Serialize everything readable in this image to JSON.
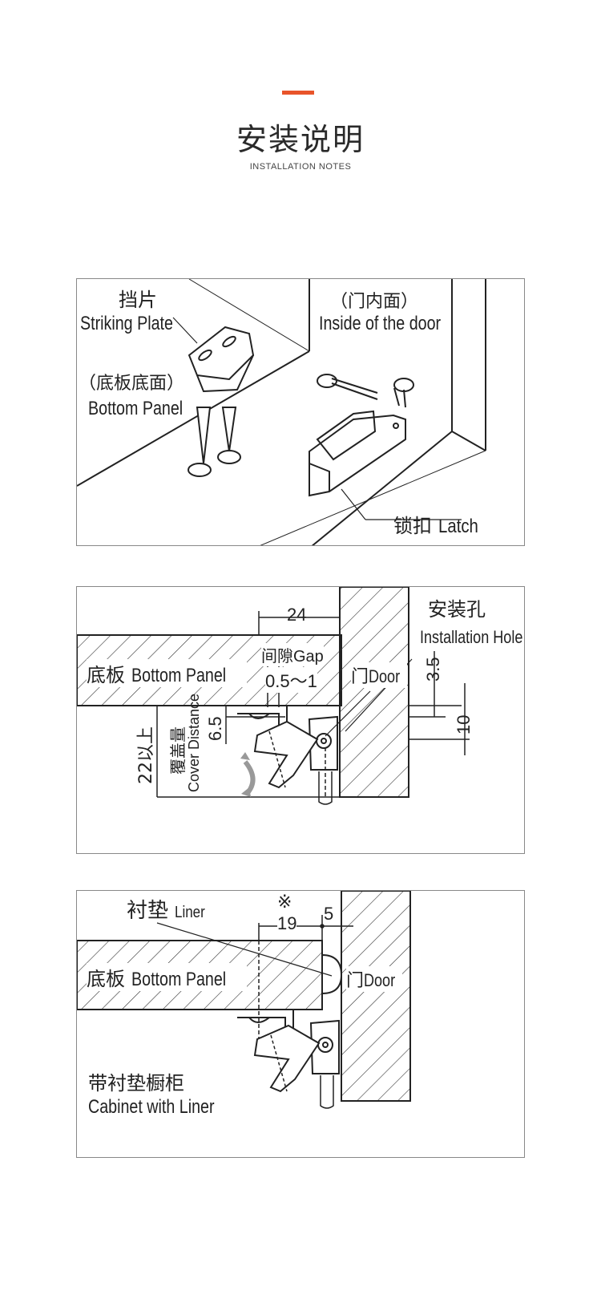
{
  "header": {
    "title": "安装说明",
    "subtitle": "INSTALLATION NOTES",
    "accent_color": "#e8542a"
  },
  "panel1": {
    "striking_plate_cn": "挡片",
    "striking_plate_en": "Striking Plate",
    "bottom_panel_cn": "（底板底面）",
    "bottom_panel_en": "Bottom Panel",
    "door_inside_cn": "（门内面）",
    "door_inside_en": "Inside of the door",
    "latch_cn": "锁扣",
    "latch_en": "Latch"
  },
  "panel2": {
    "dim_24": "24",
    "hole_cn": "安装孔",
    "hole_en": "Installation Hole",
    "bottom_panel_cn": "底板",
    "bottom_panel_en": "Bottom Panel",
    "gap_cn": "间隙",
    "gap_en": "Gap",
    "gap_value": "0.5～1",
    "door_cn": "门",
    "door_en": "Door",
    "dim_3_5": "3.5",
    "dim_10": "10",
    "dim_6_5": "6.5",
    "dim_22": "22以上",
    "cover_cn": "覆盖量",
    "cover_en": "Cover Distance"
  },
  "panel3": {
    "liner_cn": "衬垫",
    "liner_en": "Liner",
    "mark": "※",
    "dim_19": "19",
    "dim_5": "5",
    "bottom_panel_cn": "底板",
    "bottom_panel_en": "Bottom Panel",
    "door_cn": "门",
    "door_en": "Door",
    "cabinet_cn": "带衬垫橱柜",
    "cabinet_en": "Cabinet with Liner"
  }
}
